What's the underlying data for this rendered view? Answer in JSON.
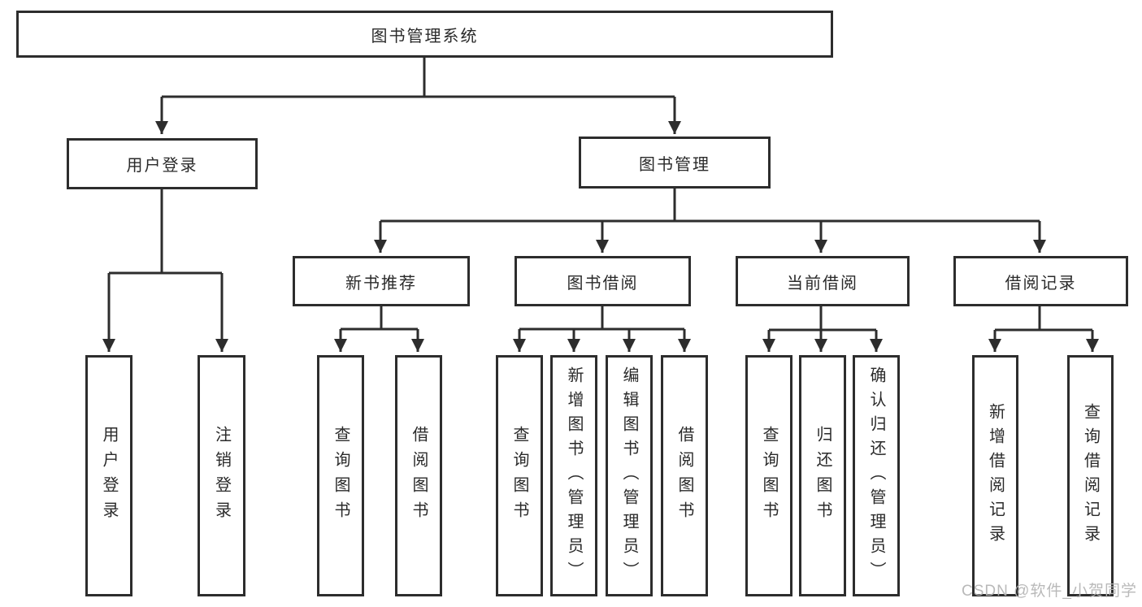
{
  "diagram": {
    "title": "图书管理系统",
    "nodes": {
      "root": "图书管理系统",
      "user_login": "用户登录",
      "book_management": "图书管理",
      "new_book_recommend": "新书推荐",
      "book_borrowing": "图书借阅",
      "current_borrowing": "当前借阅",
      "borrowing_records": "借阅记录",
      "leaf_user_login": "用户登录",
      "leaf_logout": "注销登录",
      "leaf_query_books_1": "查询图书",
      "leaf_borrow_books_1": "借阅图书",
      "leaf_query_books_2": "查询图书",
      "leaf_add_books_admin": "新增图书（管理员）",
      "leaf_edit_books_admin": "编辑图书（管理员）",
      "leaf_borrow_books_2": "借阅图书",
      "leaf_query_books_3": "查询图书",
      "leaf_return_books": "归还图书",
      "leaf_confirm_return_admin": "确认归还（管理员）",
      "leaf_add_borrow_record": "新增借阅记录",
      "leaf_query_borrow_record": "查询借阅记录"
    },
    "colors": {
      "line": "#2d2d2d",
      "text": "#2a2a2a",
      "background": "#ffffff",
      "watermark": "#b4b4b4"
    }
  },
  "watermark": "CSDN @软件_小贺同学"
}
